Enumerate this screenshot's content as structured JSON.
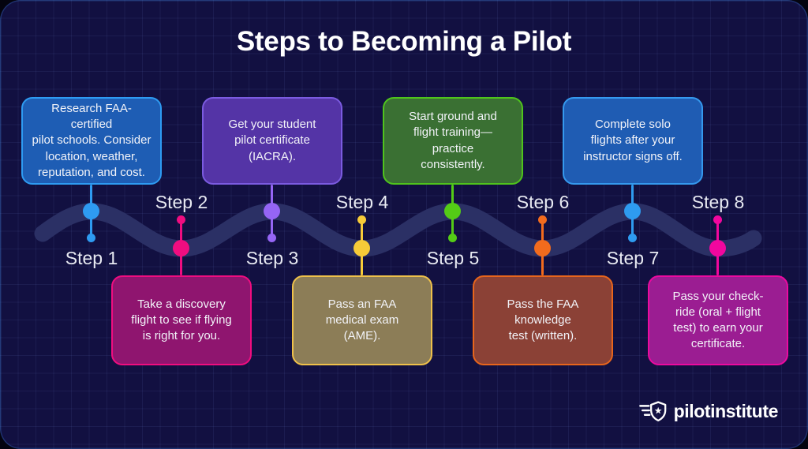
{
  "title": "Steps to Becoming a Pilot",
  "brand": {
    "name": "pilotinstitute"
  },
  "colors": {
    "background": "#04040f",
    "panel": "#121041",
    "wave": "#2b3065",
    "title_text": "#ffffff",
    "step_label_text": "#e8eaf2"
  },
  "steps": [
    {
      "label": "Step 1",
      "position": "top",
      "text": "Research FAA-certified\npilot schools. Consider\nlocation, weather,\nreputation, and cost.",
      "fill": "#1e5db4",
      "border": "#2e9bf2",
      "dot": "#2e9bf2"
    },
    {
      "label": "Step 2",
      "position": "bottom",
      "text": "Take a discovery\nflight to see if flying\nis right for you.",
      "fill": "#8f156f",
      "border": "#f00d80",
      "dot": "#f00d80"
    },
    {
      "label": "Step 3",
      "position": "top",
      "text": "Get your student\npilot certificate\n(IACRA).",
      "fill": "#5434a6",
      "border": "#7b5be0",
      "dot": "#9565f5"
    },
    {
      "label": "Step 4",
      "position": "bottom",
      "text": "Pass an FAA\nmedical exam\n(AME).",
      "fill": "#8c7d57",
      "border": "#efc14a",
      "dot": "#f7cb38"
    },
    {
      "label": "Step 5",
      "position": "top",
      "text": "Start ground and\nflight training—\npractice\nconsistently.",
      "fill": "#3a7033",
      "border": "#4fc41c",
      "dot": "#54cc16"
    },
    {
      "label": "Step 6",
      "position": "bottom",
      "text": "Pass the FAA\nknowledge\ntest (written).",
      "fill": "#8b4136",
      "border": "#e8651c",
      "dot": "#f26b1d"
    },
    {
      "label": "Step 7",
      "position": "top",
      "text": "Complete solo\nflights after your\ninstructor signs off.",
      "fill": "#1f5cb3",
      "border": "#3599ee",
      "dot": "#2e9bf0"
    },
    {
      "label": "Step 8",
      "position": "bottom",
      "text": "Pass your check-\nride (oral + flight\ntest) to earn your\ncertificate.",
      "fill": "#9b1d92",
      "border": "#ec0aa0",
      "dot": "#f2079e"
    }
  ]
}
